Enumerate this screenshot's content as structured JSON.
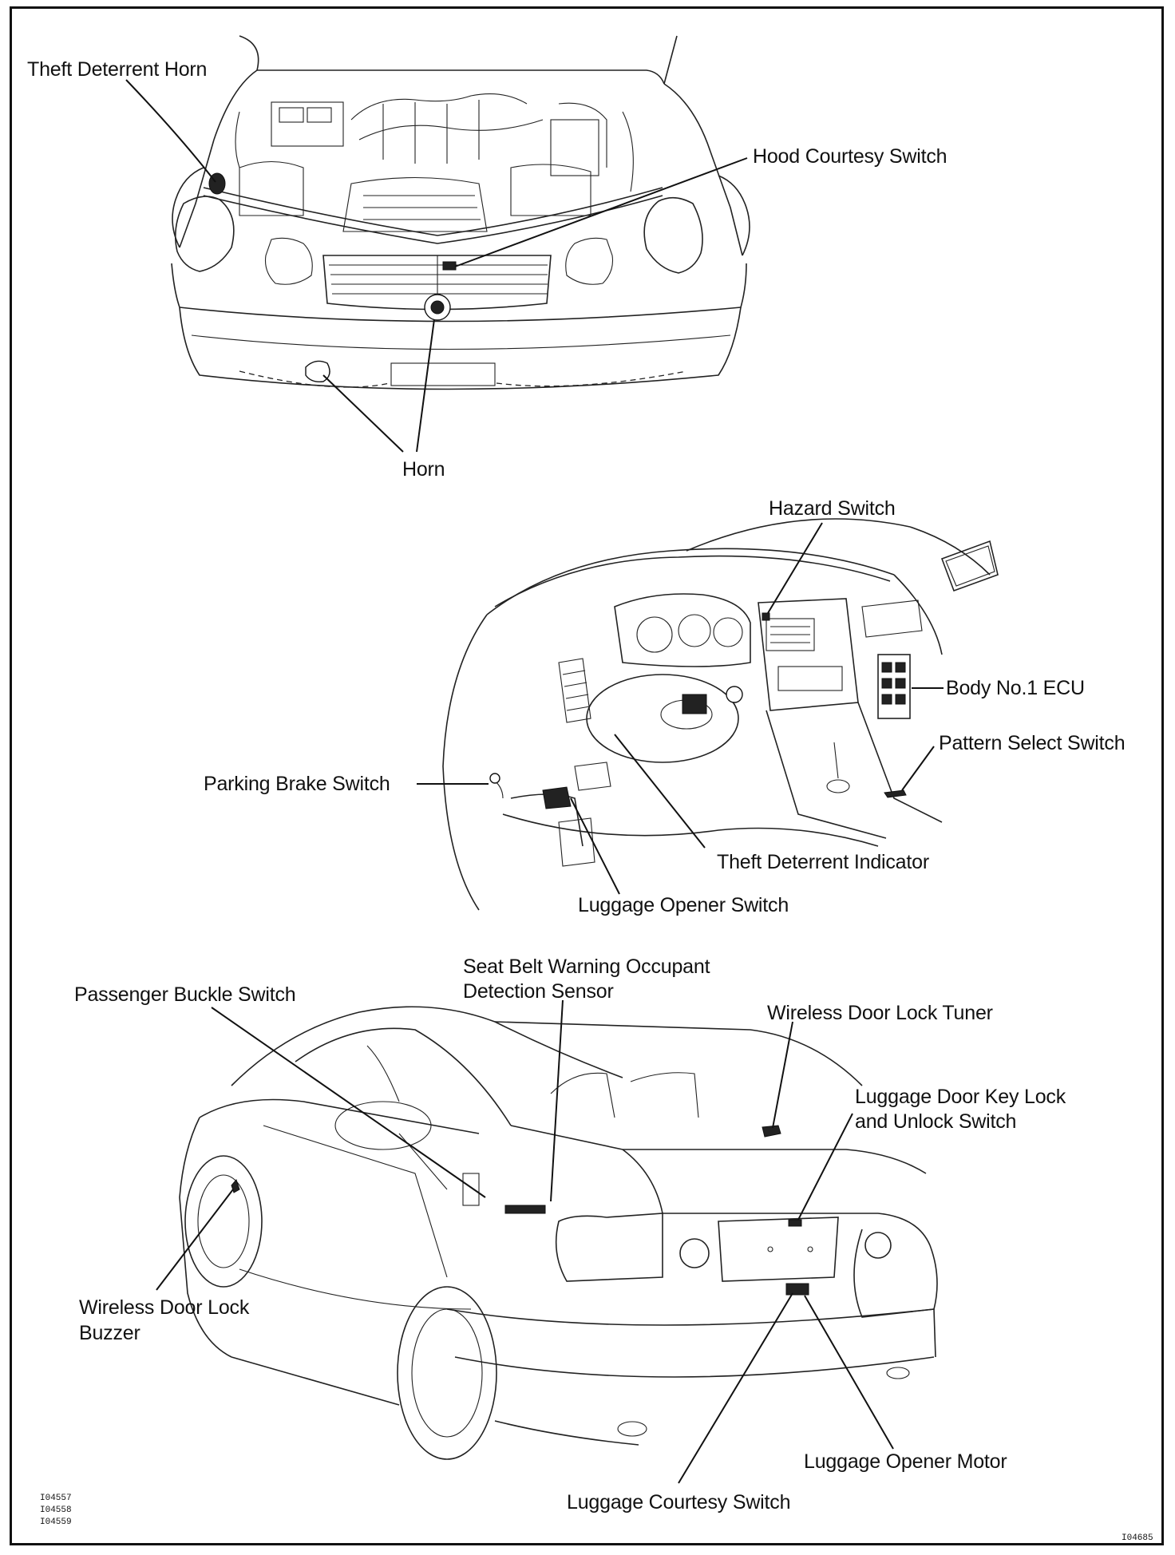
{
  "diagram": {
    "engine_bay_labels": {
      "theft_deterrent_horn": "Theft Deterrent Horn",
      "hood_courtesy_switch": "Hood Courtesy Switch",
      "horn": "Horn"
    },
    "dashboard_labels": {
      "hazard_switch": "Hazard Switch",
      "body_ecu": "Body No.1 ECU",
      "pattern_select_switch": "Pattern Select Switch",
      "parking_brake_switch": "Parking Brake Switch",
      "theft_deterrent_indicator": "Theft Deterrent Indicator",
      "luggage_opener_switch": "Luggage Opener Switch"
    },
    "rear_labels": {
      "seat_belt_sensor_line1": "Seat Belt Warning Occupant",
      "seat_belt_sensor_line2": "Detection Sensor",
      "passenger_buckle_switch": "Passenger Buckle Switch",
      "wireless_door_lock_tuner": "Wireless Door Lock Tuner",
      "luggage_key_switch_line1": "Luggage Door Key Lock",
      "luggage_key_switch_line2": "and Unlock Switch",
      "wireless_buzzer_line1": "Wireless Door Lock",
      "wireless_buzzer_line2": "Buzzer",
      "luggage_opener_motor": "Luggage Opener Motor",
      "luggage_courtesy_switch": "Luggage Courtesy Switch"
    },
    "figure_codes": {
      "left_1": "I04557",
      "left_2": "I04558",
      "left_3": "I04559",
      "right": "I04685"
    }
  }
}
